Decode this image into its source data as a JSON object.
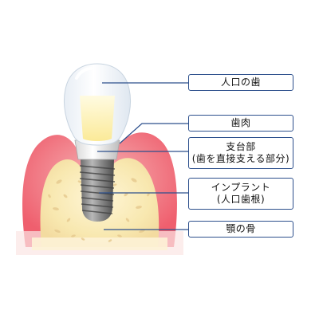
{
  "labels": {
    "crown": "人口の歯",
    "gum": "歯肉",
    "abutment_line1": "支台部",
    "abutment_line2": "(歯を直接支える部分)",
    "implant_line1": "インプラント",
    "implant_line2": "(人口歯根)",
    "bone": "顎の骨"
  },
  "colors": {
    "label_border": "#2c4f8c",
    "leader_line": "#2c4f8c",
    "gum": "#f06a7a",
    "bone": "#f5e3a8",
    "implant": "#8a8a8a",
    "crown": "#fff3b0"
  }
}
